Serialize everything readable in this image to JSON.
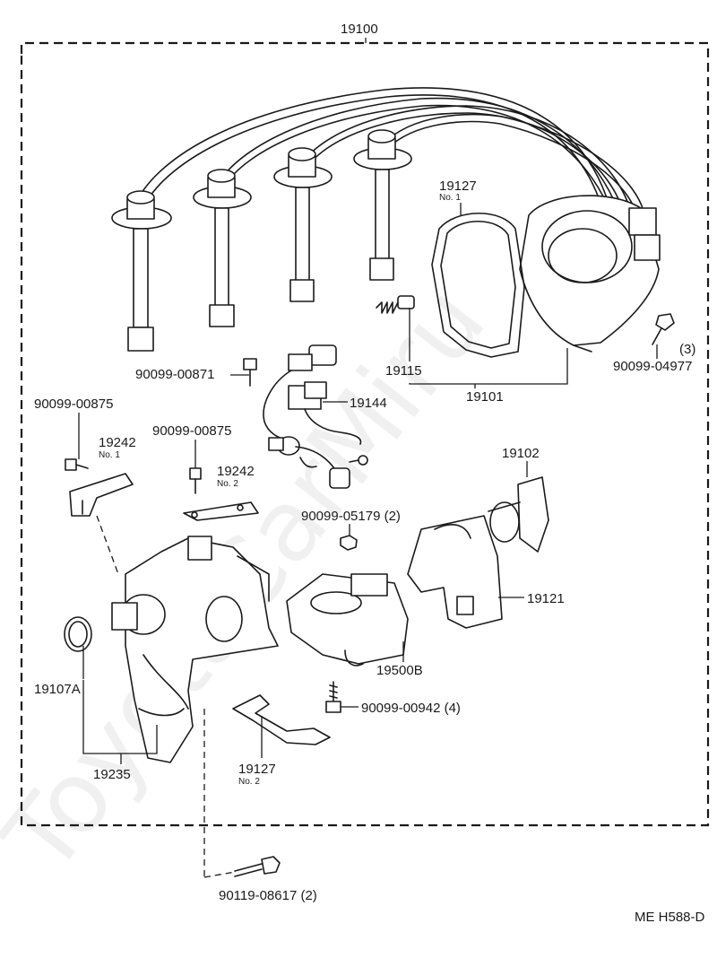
{
  "diagram": {
    "assembly_label": "19100",
    "drawing_code": "ME H588-D",
    "watermark": "ToyotaCarMiru",
    "labels": {
      "p19127_no1": "19127",
      "p19127_no1_sub": "No. 1",
      "p19115": "19115",
      "p19101": "19101",
      "p90099_04977": "90099-04977",
      "p90099_04977_qty": "(3)",
      "p90099_00871": "90099-00871",
      "p19144": "19144",
      "p90099_00875_a": "90099-00875",
      "p19242_no1": "19242",
      "p19242_no1_sub": "No. 1",
      "p90099_00875_b": "90099-00875",
      "p19242_no2": "19242",
      "p19242_no2_sub": "No. 2",
      "p19102": "19102",
      "p90099_05179": "90099-05179 (2)",
      "p19121": "19121",
      "p19107A": "19107A",
      "p19500B": "19500B",
      "p90099_00942": "90099-00942 (4)",
      "p19235": "19235",
      "p19127_no2": "19127",
      "p19127_no2_sub": "No. 2",
      "p90119_08617": "90119-08617 (2)"
    }
  }
}
